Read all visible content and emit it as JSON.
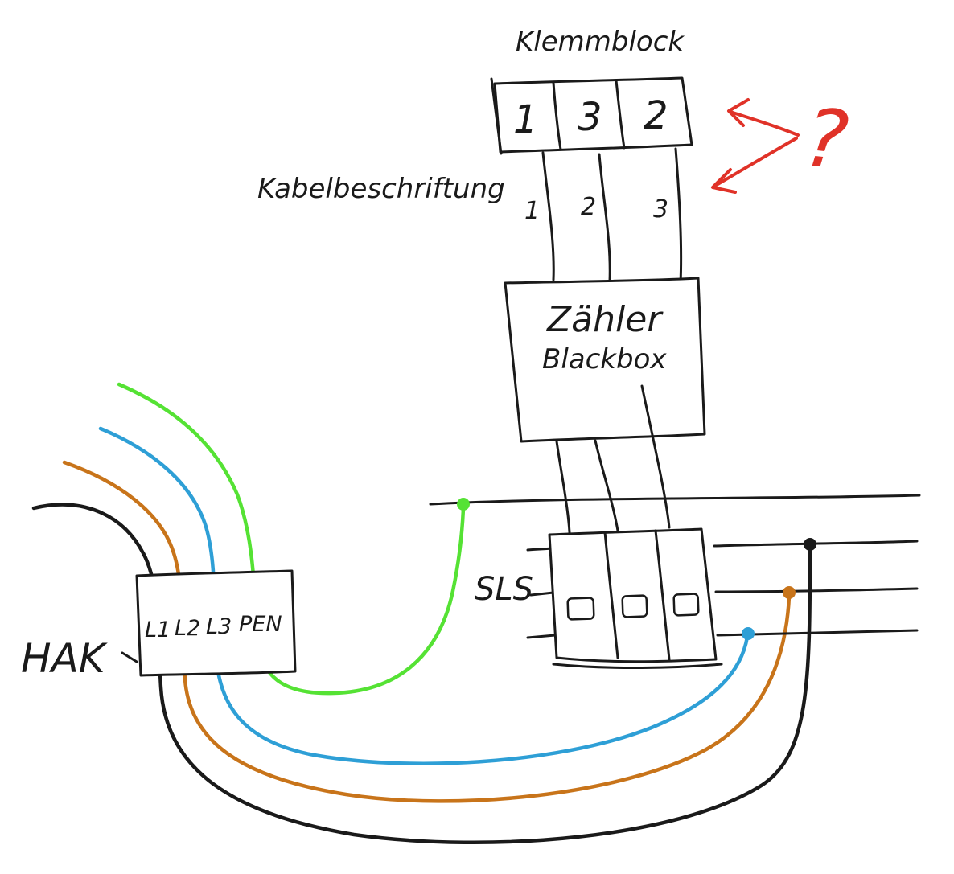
{
  "labels": {
    "klemmblock": "Klemmblock",
    "kabelbeschriftung": "Kabelbeschriftung",
    "zaehler_line1": "Zähler",
    "zaehler_line2": "Blackbox",
    "sls": "SLS",
    "hak": "HAK",
    "question_mark": "?"
  },
  "klemmblock_terminals": [
    "1",
    "3",
    "2"
  ],
  "cable_labels": [
    "1",
    "2",
    "3"
  ],
  "hak_terminals": [
    "L1",
    "L2",
    "L3",
    "PEN"
  ],
  "colors": {
    "ink": "#1a1a1a",
    "green": "#55e234",
    "blue": "#2e9fd6",
    "orange": "#c8741a",
    "black": "#1a1a1a",
    "red": "#e03228",
    "background": "#ffffff"
  }
}
